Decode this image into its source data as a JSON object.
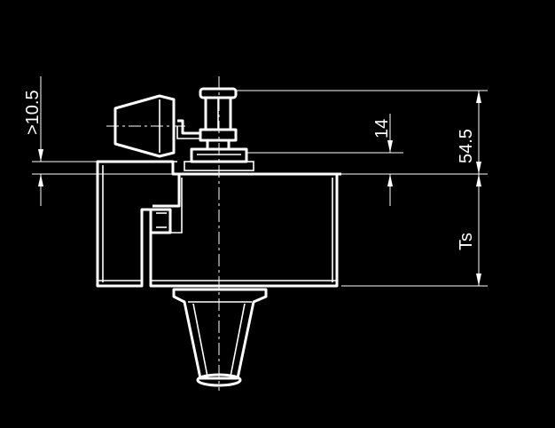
{
  "dimensions": {
    "left_gap": ">10.5",
    "inner_height": "14",
    "total_height": "54.5",
    "shell_height": "Ts"
  },
  "colors": {
    "background": "#000000",
    "line": "#ffffff"
  }
}
